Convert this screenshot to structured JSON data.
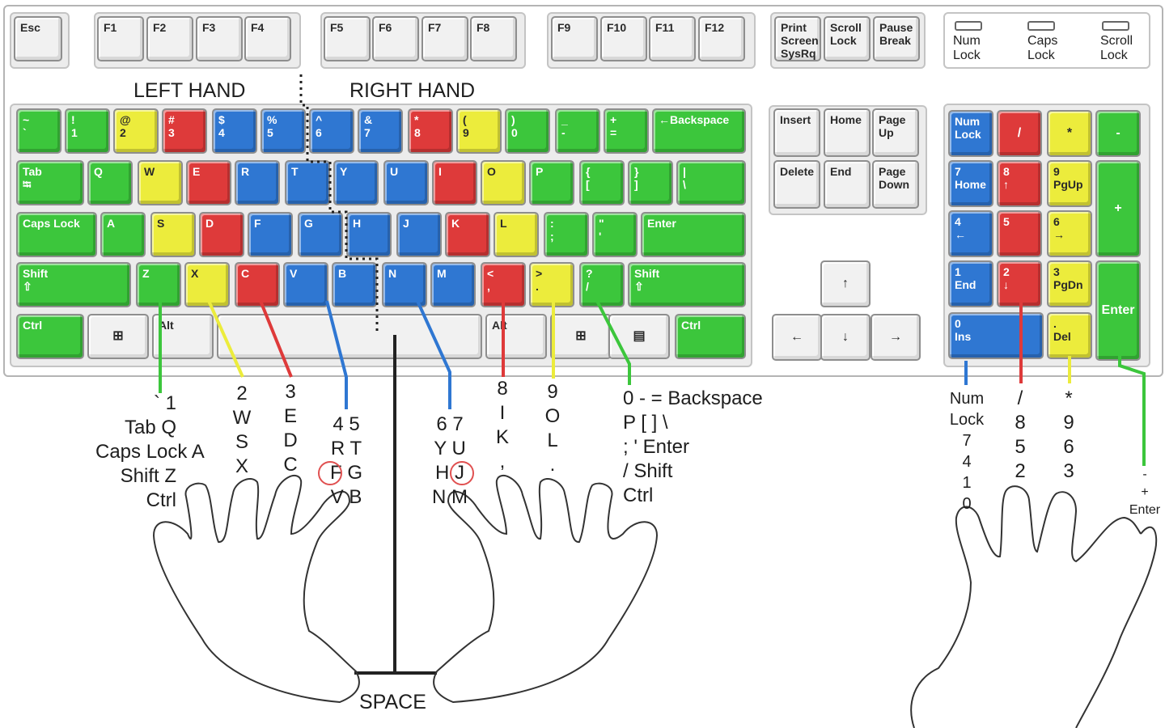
{
  "colors": {
    "green": "#3cc63c",
    "yellow": "#ecec3c",
    "red": "#de3a3a",
    "blue": "#2f77d2",
    "grey": "#f1f1f1"
  },
  "hand_labels": {
    "left": "LEFT HAND",
    "right": "RIGHT HAND"
  },
  "space_label": "SPACE",
  "indicators": [
    {
      "label": "Num\nLock"
    },
    {
      "label": "Caps\nLock"
    },
    {
      "label": "Scroll\nLock"
    }
  ],
  "keys": [
    {
      "id": "esc",
      "label": "Esc",
      "color": "grey"
    },
    {
      "id": "f1",
      "label": "F1",
      "color": "grey"
    },
    {
      "id": "f2",
      "label": "F2",
      "color": "grey"
    },
    {
      "id": "f3",
      "label": "F3",
      "color": "grey"
    },
    {
      "id": "f4",
      "label": "F4",
      "color": "grey"
    },
    {
      "id": "f5",
      "label": "F5",
      "color": "grey"
    },
    {
      "id": "f6",
      "label": "F6",
      "color": "grey"
    },
    {
      "id": "f7",
      "label": "F7",
      "color": "grey"
    },
    {
      "id": "f8",
      "label": "F8",
      "color": "grey"
    },
    {
      "id": "f9",
      "label": "F9",
      "color": "grey"
    },
    {
      "id": "f10",
      "label": "F10",
      "color": "grey"
    },
    {
      "id": "f11",
      "label": "F11",
      "color": "grey"
    },
    {
      "id": "f12",
      "label": "F12",
      "color": "grey"
    },
    {
      "id": "prtsc",
      "label": "Print\nScreen\nSysRq",
      "color": "grey"
    },
    {
      "id": "scrlk",
      "label": "Scroll\nLock",
      "color": "grey"
    },
    {
      "id": "pause",
      "label": "Pause\nBreak",
      "color": "grey"
    },
    {
      "id": "tilde",
      "label": "~\n`",
      "color": "green"
    },
    {
      "id": "k1",
      "label": "!\n1",
      "color": "green"
    },
    {
      "id": "k2",
      "label": "@\n2",
      "color": "yellow"
    },
    {
      "id": "k3",
      "label": "#\n3",
      "color": "red"
    },
    {
      "id": "k4",
      "label": "$\n4",
      "color": "blue"
    },
    {
      "id": "k5",
      "label": "%\n5",
      "color": "blue"
    },
    {
      "id": "k6",
      "label": "^\n6",
      "color": "blue"
    },
    {
      "id": "k7",
      "label": "&\n7",
      "color": "blue"
    },
    {
      "id": "k8",
      "label": "*\n8",
      "color": "red"
    },
    {
      "id": "k9",
      "label": "(\n9",
      "color": "yellow"
    },
    {
      "id": "k0",
      "label": ")\n0",
      "color": "green"
    },
    {
      "id": "minus",
      "label": "_\n-",
      "color": "green"
    },
    {
      "id": "equal",
      "label": "+\n=",
      "color": "green"
    },
    {
      "id": "backspace",
      "label": "←Backspace",
      "color": "green"
    },
    {
      "id": "tab",
      "label": "Tab\n⭾",
      "color": "green"
    },
    {
      "id": "q",
      "label": "Q",
      "color": "green"
    },
    {
      "id": "w",
      "label": "W",
      "color": "yellow"
    },
    {
      "id": "e",
      "label": "E",
      "color": "red"
    },
    {
      "id": "r",
      "label": "R",
      "color": "blue"
    },
    {
      "id": "t",
      "label": "T",
      "color": "blue"
    },
    {
      "id": "y",
      "label": "Y",
      "color": "blue"
    },
    {
      "id": "u",
      "label": "U",
      "color": "blue"
    },
    {
      "id": "i",
      "label": "I",
      "color": "red"
    },
    {
      "id": "o",
      "label": "O",
      "color": "yellow"
    },
    {
      "id": "p",
      "label": "P",
      "color": "green"
    },
    {
      "id": "lbrack",
      "label": "{\n[",
      "color": "green"
    },
    {
      "id": "rbrack",
      "label": "}\n]",
      "color": "green"
    },
    {
      "id": "bslash",
      "label": "|\n\\",
      "color": "green"
    },
    {
      "id": "caps",
      "label": "Caps Lock",
      "color": "green"
    },
    {
      "id": "a",
      "label": "A",
      "color": "green"
    },
    {
      "id": "s",
      "label": "S",
      "color": "yellow"
    },
    {
      "id": "d",
      "label": "D",
      "color": "red"
    },
    {
      "id": "f",
      "label": "F",
      "color": "blue"
    },
    {
      "id": "g",
      "label": "G",
      "color": "blue"
    },
    {
      "id": "h",
      "label": "H",
      "color": "blue"
    },
    {
      "id": "j",
      "label": "J",
      "color": "blue"
    },
    {
      "id": "k",
      "label": "K",
      "color": "red"
    },
    {
      "id": "l",
      "label": "L",
      "color": "yellow"
    },
    {
      "id": "semi",
      "label": ":\n;",
      "color": "green"
    },
    {
      "id": "quote",
      "label": "\"\n'",
      "color": "green"
    },
    {
      "id": "enter",
      "label": "Enter",
      "color": "green"
    },
    {
      "id": "lshift",
      "label": "Shift\n⇧",
      "color": "green"
    },
    {
      "id": "z",
      "label": "Z",
      "color": "green"
    },
    {
      "id": "x",
      "label": "X",
      "color": "yellow"
    },
    {
      "id": "c",
      "label": "C",
      "color": "red"
    },
    {
      "id": "v",
      "label": "V",
      "color": "blue"
    },
    {
      "id": "b",
      "label": "B",
      "color": "blue"
    },
    {
      "id": "n",
      "label": "N",
      "color": "blue"
    },
    {
      "id": "m",
      "label": "M",
      "color": "blue"
    },
    {
      "id": "comma",
      "label": "<\n,",
      "color": "red"
    },
    {
      "id": "period",
      "label": ">\n.",
      "color": "yellow"
    },
    {
      "id": "slash",
      "label": "?\n/",
      "color": "green"
    },
    {
      "id": "rshift",
      "label": "Shift\n⇧",
      "color": "green"
    },
    {
      "id": "lctrl",
      "label": "Ctrl",
      "color": "green"
    },
    {
      "id": "lwin",
      "label": "⊞",
      "color": "grey"
    },
    {
      "id": "lalt",
      "label": "Alt",
      "color": "grey"
    },
    {
      "id": "space",
      "label": "",
      "color": "grey"
    },
    {
      "id": "ralt",
      "label": "Alt",
      "color": "grey"
    },
    {
      "id": "rwin",
      "label": "⊞",
      "color": "grey"
    },
    {
      "id": "menu",
      "label": "▤",
      "color": "grey"
    },
    {
      "id": "rctrl",
      "label": "Ctrl",
      "color": "green"
    },
    {
      "id": "insert",
      "label": "Insert",
      "color": "grey"
    },
    {
      "id": "home",
      "label": "Home",
      "color": "grey"
    },
    {
      "id": "pgup",
      "label": "Page\nUp",
      "color": "grey"
    },
    {
      "id": "delete",
      "label": "Delete",
      "color": "grey"
    },
    {
      "id": "end",
      "label": "End",
      "color": "grey"
    },
    {
      "id": "pgdn",
      "label": "Page\nDown",
      "color": "grey"
    },
    {
      "id": "up",
      "label": "↑",
      "color": "grey"
    },
    {
      "id": "left",
      "label": "←",
      "color": "grey"
    },
    {
      "id": "down",
      "label": "↓",
      "color": "grey"
    },
    {
      "id": "right",
      "label": "→",
      "color": "grey"
    },
    {
      "id": "numlock",
      "label": "Num\nLock",
      "color": "blue"
    },
    {
      "id": "ndiv",
      "label": "/",
      "color": "red"
    },
    {
      "id": "nmul",
      "label": "*",
      "color": "yellow"
    },
    {
      "id": "nminus",
      "label": "-",
      "color": "green"
    },
    {
      "id": "n7",
      "label": "7\nHome",
      "color": "blue"
    },
    {
      "id": "n8",
      "label": "8\n↑",
      "color": "red"
    },
    {
      "id": "n9",
      "label": "9\nPgUp",
      "color": "yellow"
    },
    {
      "id": "nplus",
      "label": "+",
      "color": "green"
    },
    {
      "id": "n4",
      "label": "4\n←",
      "color": "blue"
    },
    {
      "id": "n5",
      "label": "5",
      "color": "red"
    },
    {
      "id": "n6",
      "label": "6\n→",
      "color": "yellow"
    },
    {
      "id": "n1",
      "label": "1\nEnd",
      "color": "blue"
    },
    {
      "id": "n2",
      "label": "2\n↓",
      "color": "red"
    },
    {
      "id": "n3",
      "label": "3\nPgDn",
      "color": "yellow"
    },
    {
      "id": "nenter",
      "label": "Enter",
      "color": "green"
    },
    {
      "id": "n0",
      "label": "0\nIns",
      "color": "blue"
    },
    {
      "id": "ndel",
      "label": ".\nDel",
      "color": "yellow"
    }
  ],
  "finger_labels": [
    {
      "id": "lpinky-a",
      "text": "` 1\nTab Q\nCaps Lock A\nShift Z\nCtrl",
      "color": "green"
    },
    {
      "id": "lring",
      "text": "2\nW\nS\nX",
      "color": "yellow"
    },
    {
      "id": "lmiddle",
      "text": "3\nE\nD\nC",
      "color": "red"
    },
    {
      "id": "lindex",
      "text": "4 5\nR T\nF G\nV B",
      "color": "blue"
    },
    {
      "id": "rindex",
      "text": "6 7\nY U\nH J\nN M",
      "color": "blue"
    },
    {
      "id": "rmiddle",
      "text": "8\nI\nK\n,",
      "color": "red"
    },
    {
      "id": "rring",
      "text": "9\nO\nL\n.",
      "color": "yellow"
    },
    {
      "id": "rpinky",
      "text": "0 - = Backspace\nP [ ] \\\n; ' Enter\n/ Shift\nCtrl",
      "color": "green"
    },
    {
      "id": "np-index",
      "text": "Num\nLock\n7\n4\n1\n0",
      "color": "blue"
    },
    {
      "id": "np-middle",
      "text": "/\n8\n5\n2",
      "color": "red"
    },
    {
      "id": "np-ring",
      "text": "*\n9\n6\n3",
      "color": "yellow"
    },
    {
      "id": "np-pinky",
      "text": "-\n+\nEnter",
      "color": "green"
    }
  ]
}
